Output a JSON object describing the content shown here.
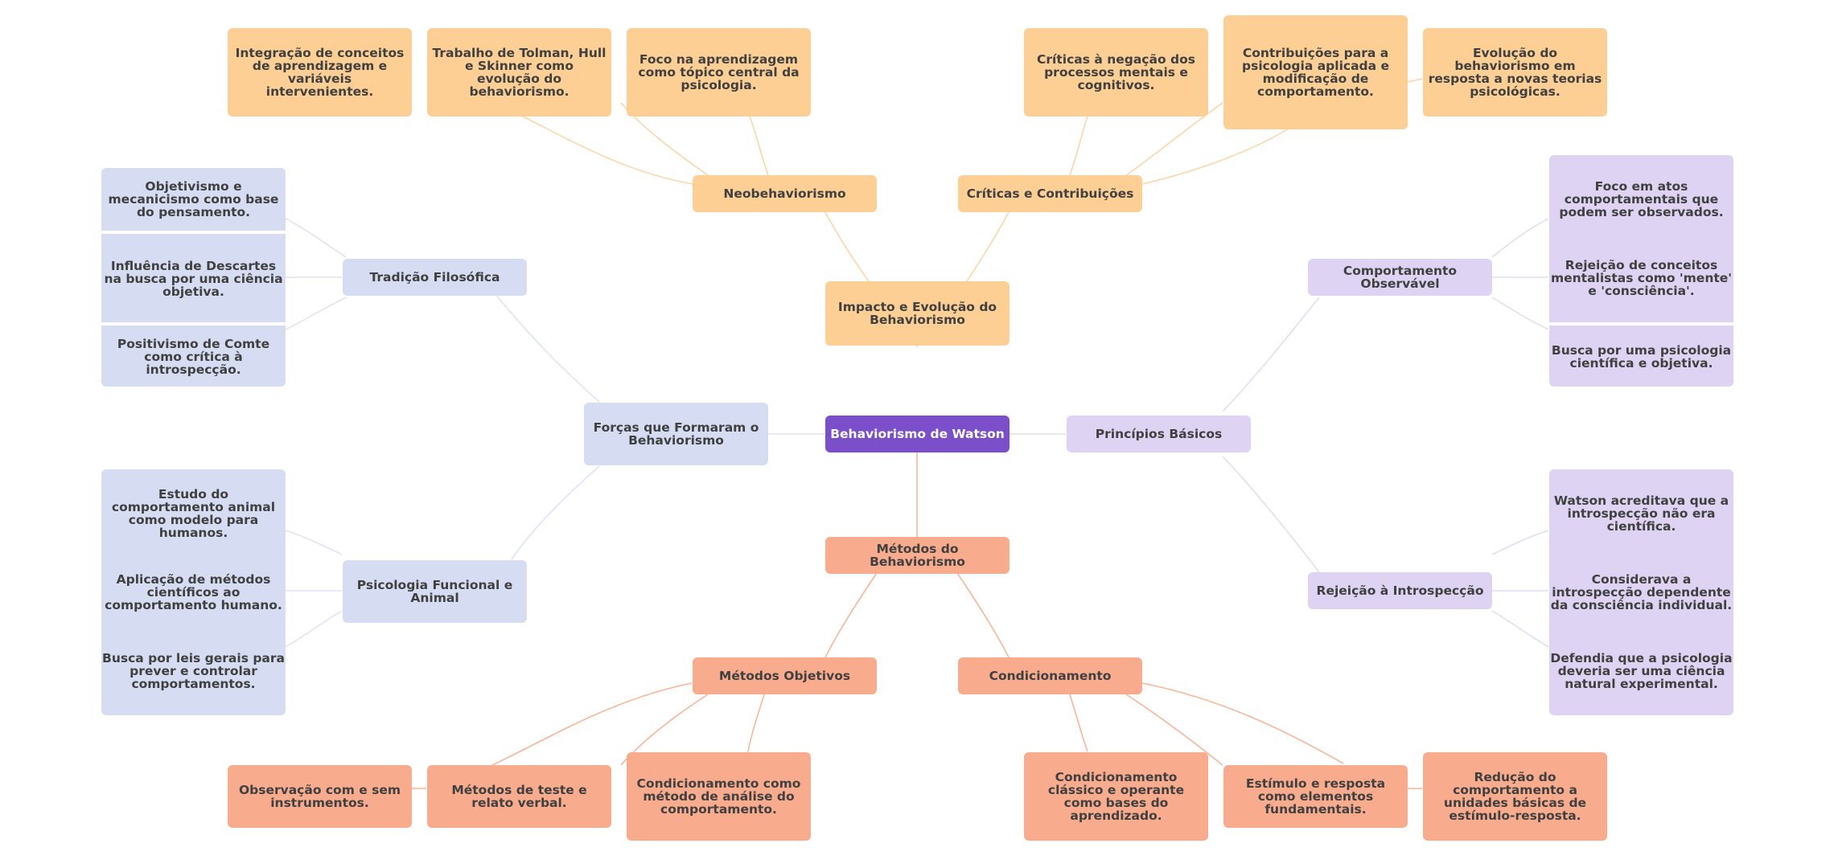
{
  "colors": {
    "root": "#7b4fc9",
    "impact": "#fdcf94",
    "methods": "#f9ab8d",
    "forces": "#d6ddf2",
    "principles": "#ded3f3",
    "link_impact": "#fdd5a8",
    "link_methods": "#f9b597",
    "link_forces": "#dfe3f3",
    "link_principles": "#e4dcf3"
  },
  "root": "Behaviorismo de Watson",
  "impact": {
    "label": "Impacto e Evolução do Behaviorismo",
    "neo": {
      "label": "Neobehaviorismo",
      "leaves": [
        "Integração de conceitos de aprendizagem e variáveis intervenientes.",
        "Trabalho de Tolman, Hull e Skinner como evolução do behaviorismo.",
        "Foco na aprendizagem como tópico central da psicologia."
      ]
    },
    "criticas": {
      "label": "Críticas e Contribuições",
      "leaves": [
        "Críticas à negação dos processos mentais e cognitivos.",
        "Contribuições para a psicologia aplicada e modificação de comportamento.",
        "Evolução do behaviorismo em resposta a novas teorias psicológicas."
      ]
    }
  },
  "methods": {
    "label": "Métodos do Behaviorismo",
    "objetivos": {
      "label": "Métodos Objetivos",
      "leaves": [
        "Observação com e sem instrumentos.",
        "Métodos de teste e relato verbal.",
        "Condicionamento como método de análise do comportamento."
      ]
    },
    "condicionamento": {
      "label": "Condicionamento",
      "leaves": [
        "Condicionamento clássico e operante como bases do aprendizado.",
        "Estímulo e resposta como elementos fundamentais.",
        "Redução do comportamento a unidades básicas de estímulo-resposta."
      ]
    }
  },
  "forces": {
    "label": "Forças que Formaram o Behaviorismo",
    "tradicao": {
      "label": "Tradição Filosófica",
      "leaves": [
        "Objetivismo e mecanicismo como base do pensamento.",
        "Influência de Descartes na busca por uma ciência objetiva.",
        "Positivismo de Comte como crítica à introspecção."
      ]
    },
    "funcional": {
      "label": "Psicologia Funcional e Animal",
      "leaves": [
        "Estudo do comportamento animal como modelo para humanos.",
        "Aplicação de métodos científicos ao comportamento humano.",
        "Busca por leis gerais para prever e controlar comportamentos."
      ]
    }
  },
  "principles": {
    "label": "Princípios Básicos",
    "observavel": {
      "label": "Comportamento Observável",
      "leaves": [
        "Foco em atos comportamentais que podem ser observados.",
        "Rejeição de conceitos mentalistas como 'mente' e 'consciência'.",
        "Busca por uma psicologia científica e objetiva."
      ]
    },
    "rejeicao": {
      "label": "Rejeição à Introspecção",
      "leaves": [
        "Watson acreditava que a introspecção não era científica.",
        "Considerava a introspecção dependente da consciência individual.",
        "Defendia que a psicologia deveria ser uma ciência natural experimental."
      ]
    }
  }
}
